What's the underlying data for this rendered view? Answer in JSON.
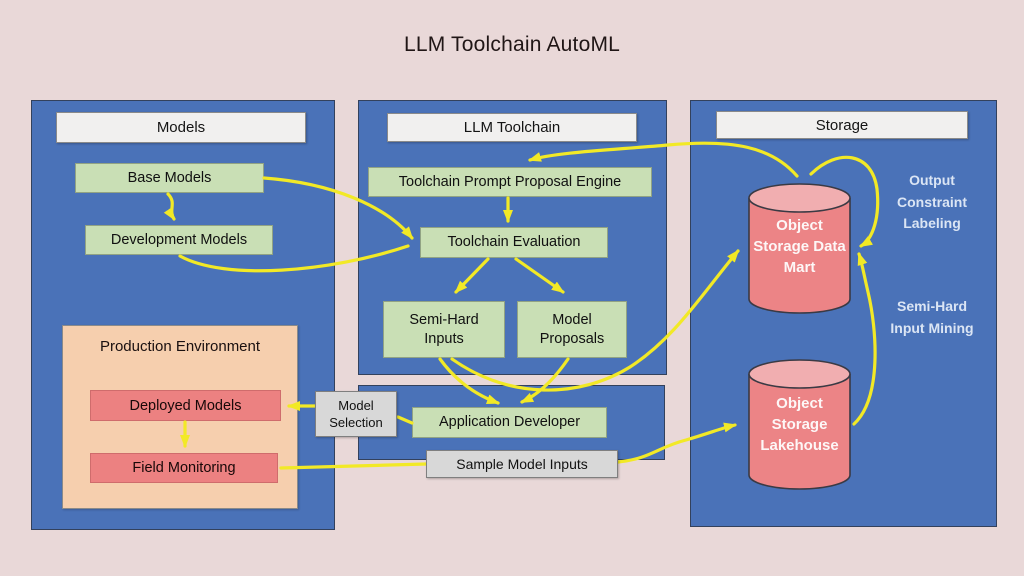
{
  "title": "LLM Toolchain AutoML",
  "models_panel": {
    "header": "Models",
    "base": "Base Models",
    "development": "Development Models",
    "production_title": "Production Environment",
    "deployed": "Deployed Models",
    "field": "Field Monitoring"
  },
  "toolchain_panel": {
    "header": "LLM Toolchain",
    "engine": "Toolchain Prompt Proposal Engine",
    "evaluation": "Toolchain Evaluation",
    "semi_hard": "Semi-Hard Inputs",
    "proposals": "Model Proposals"
  },
  "developer_panel": {
    "application_developer": "Application Developer"
  },
  "storage_panel": {
    "header": "Storage",
    "data_mart": "Object Storage Data Mart",
    "lakehouse": "Object Storage Lakehouse",
    "output_constraint": "Output Constraint Labeling",
    "semi_hard_mining": "Semi-Hard Input Mining"
  },
  "connector_labels": {
    "model_selection": "Model Selection",
    "sample_inputs": "Sample Model Inputs"
  },
  "colors": {
    "background_pink": "#e9d8d8",
    "panel_blue": "#4a72b8",
    "box_green": "#c9dfb5",
    "box_salmon": "#ec8181",
    "box_peach": "#f6cfae",
    "header_gray": "#f1f0ef",
    "connector_label_gray": "#d8d8d8",
    "arrow_yellow": "#f2e926",
    "cylinder_body": "#ec8486",
    "cylinder_top": "#f1aeb0",
    "storage_label_text": "#dbe5f4"
  }
}
